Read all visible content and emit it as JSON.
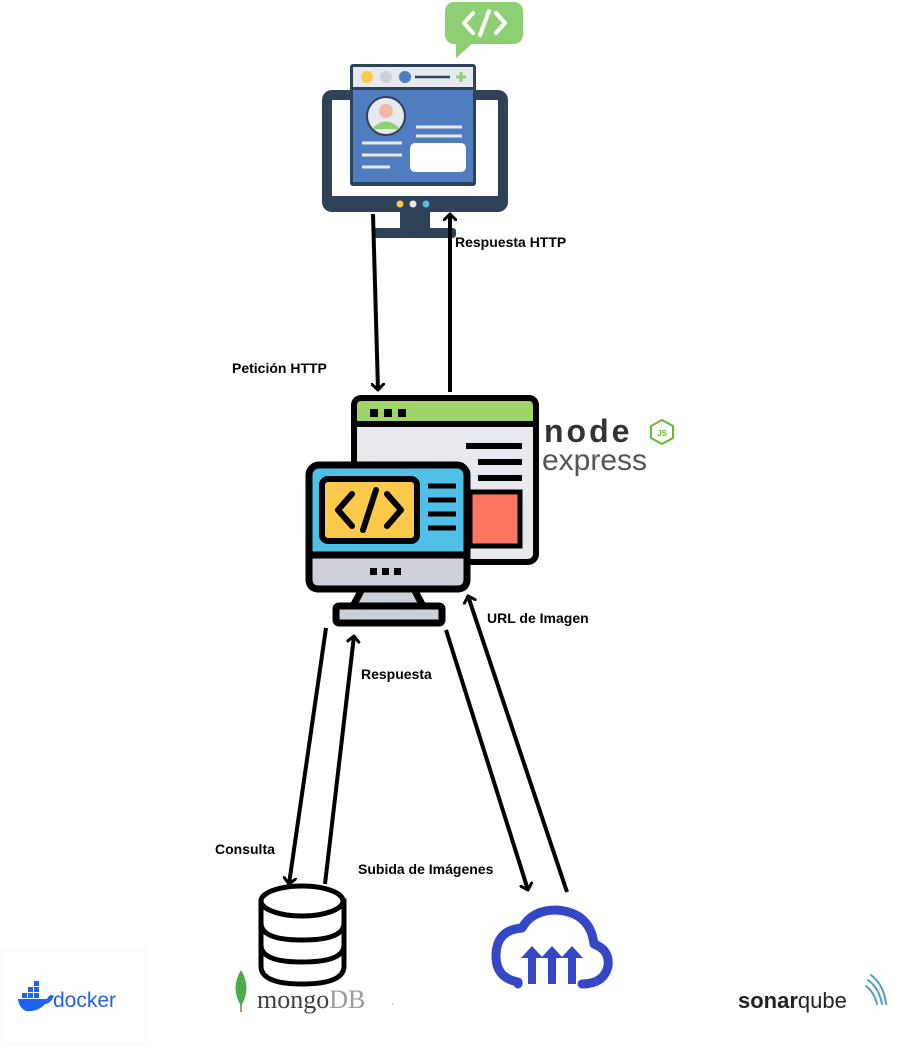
{
  "labels": {
    "request": "Petición HTTP",
    "response_http": "Respuesta HTTP",
    "query": "Consulta",
    "db_response": "Respuesta",
    "image_upload": "Subida de Imágenes",
    "image_url": "URL de Imagen"
  },
  "logos": {
    "node": "node",
    "js": "JS",
    "express": "express",
    "docker": "docker",
    "mongo_a": "mongo",
    "mongo_b": "DB",
    "mongo_reg": ".",
    "sonar_a": "sonar",
    "sonar_b": "qube"
  },
  "colors": {
    "arrow": "#000000",
    "client_frame": "#2f4358",
    "client_screen": "#4f7dbf",
    "bubble": "#8fcf73",
    "server_screen": "#3dbde6",
    "server_code": "#fcc94a",
    "browser_bar": "#a0d468",
    "browser_block": "#fc7661",
    "cloud": "#3448c5",
    "docker": "#1d63ed",
    "mongo_leaf": "#4fa94d",
    "sonar_arc": "#4e9bcd"
  }
}
